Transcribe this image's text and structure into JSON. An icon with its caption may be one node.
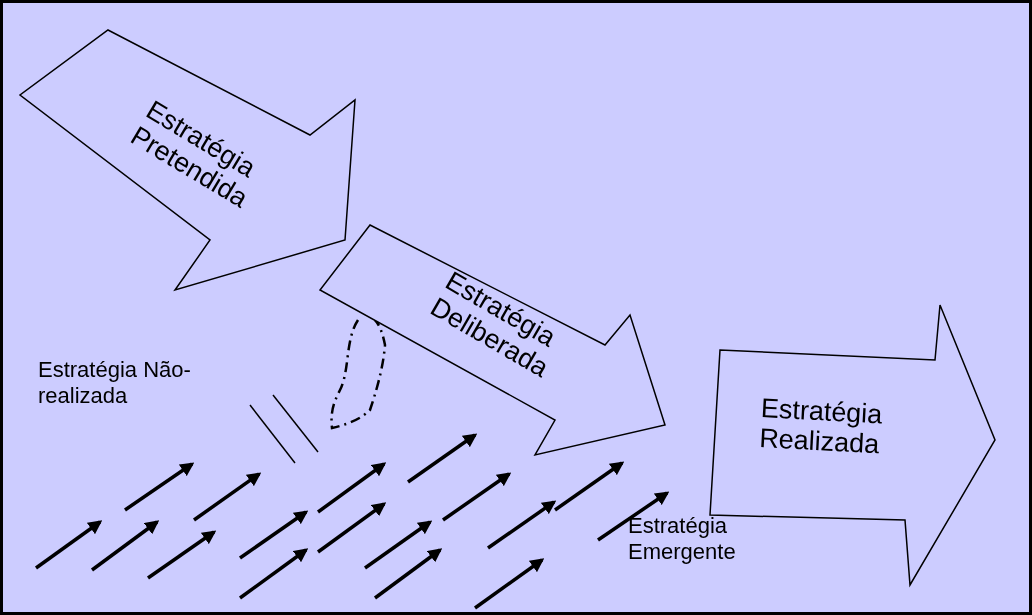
{
  "diagram": {
    "nodes": [
      {
        "text": [
          "Estratégia Pretendida"
        ]
      },
      {
        "text": [
          "Estratégia Deliberada"
        ]
      },
      {
        "text": [
          "Estratégia Realizada"
        ]
      }
    ],
    "labels": [
      "Estratégia Não-realizada",
      "Estratégia Emergente"
    ]
  }
}
